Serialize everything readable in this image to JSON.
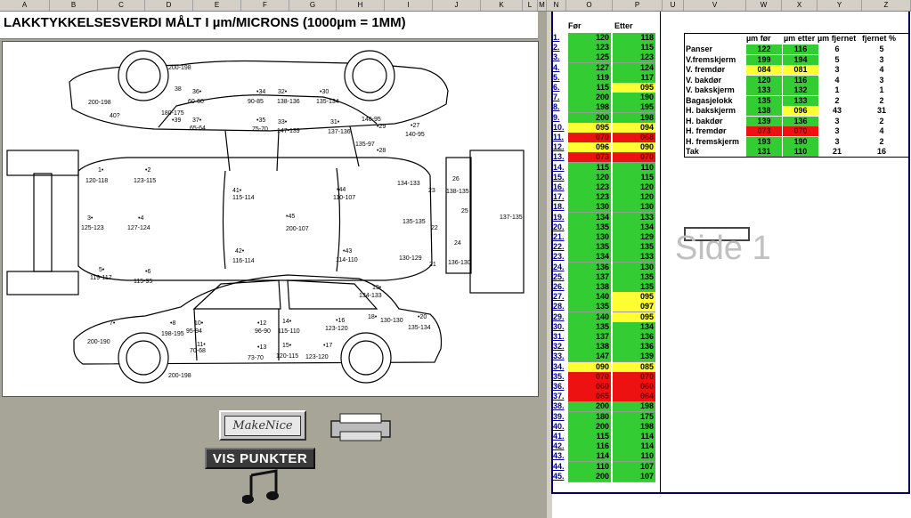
{
  "title": "LAKKTYKKELSESVERDI MÅLT I µm/MICRONS (1000µm = 1MM)",
  "columns": [
    "A",
    "B",
    "C",
    "D",
    "E",
    "F",
    "G",
    "H",
    "I",
    "J",
    "K",
    "L",
    "M",
    "N",
    "O",
    "P",
    "U",
    "V",
    "W",
    "X",
    "Y",
    "Z"
  ],
  "headers": {
    "for": "Før",
    "etter": "Etter"
  },
  "buttons": {
    "make": "MakeNice",
    "vis": "VIS PUNKTER"
  },
  "side_label": "Side 1",
  "rows": [
    {
      "i": "1.",
      "a": "120",
      "b": "118",
      "ca": "g",
      "cb": "g"
    },
    {
      "i": "2.",
      "a": "123",
      "b": "115",
      "ca": "g",
      "cb": "g"
    },
    {
      "i": "3.",
      "a": "125",
      "b": "123",
      "ca": "g",
      "cb": "g"
    },
    {
      "i": "4.",
      "a": "127",
      "b": "124",
      "ca": "g",
      "cb": "g"
    },
    {
      "i": "5.",
      "a": "119",
      "b": "117",
      "ca": "g",
      "cb": "g"
    },
    {
      "i": "6.",
      "a": "115",
      "b": "095",
      "ca": "g",
      "cb": "y"
    },
    {
      "i": "7.",
      "a": "200",
      "b": "190",
      "ca": "g",
      "cb": "g"
    },
    {
      "i": "8.",
      "a": "198",
      "b": "195",
      "ca": "g",
      "cb": "g"
    },
    {
      "i": "9.",
      "a": "200",
      "b": "198",
      "ca": "g",
      "cb": "g"
    },
    {
      "i": "10.",
      "a": "095",
      "b": "094",
      "ca": "y",
      "cb": "y"
    },
    {
      "i": "11.",
      "a": "070",
      "b": "068",
      "ca": "r",
      "cb": "r"
    },
    {
      "i": "12.",
      "a": "096",
      "b": "090",
      "ca": "y",
      "cb": "y"
    },
    {
      "i": "13.",
      "a": "073",
      "b": "070",
      "ca": "r",
      "cb": "r"
    },
    {
      "i": "14.",
      "a": "115",
      "b": "110",
      "ca": "g",
      "cb": "g"
    },
    {
      "i": "15.",
      "a": "120",
      "b": "115",
      "ca": "g",
      "cb": "g"
    },
    {
      "i": "16.",
      "a": "123",
      "b": "120",
      "ca": "g",
      "cb": "g"
    },
    {
      "i": "17.",
      "a": "123",
      "b": "120",
      "ca": "g",
      "cb": "g"
    },
    {
      "i": "18.",
      "a": "130",
      "b": "130",
      "ca": "g",
      "cb": "g"
    },
    {
      "i": "19.",
      "a": "134",
      "b": "133",
      "ca": "g",
      "cb": "g"
    },
    {
      "i": "20.",
      "a": "135",
      "b": "134",
      "ca": "g",
      "cb": "g"
    },
    {
      "i": "21.",
      "a": "130",
      "b": "129",
      "ca": "g",
      "cb": "g"
    },
    {
      "i": "22.",
      "a": "135",
      "b": "135",
      "ca": "g",
      "cb": "g"
    },
    {
      "i": "23.",
      "a": "134",
      "b": "133",
      "ca": "g",
      "cb": "g"
    },
    {
      "i": "24.",
      "a": "136",
      "b": "130",
      "ca": "g",
      "cb": "g"
    },
    {
      "i": "25.",
      "a": "137",
      "b": "135",
      "ca": "g",
      "cb": "g"
    },
    {
      "i": "26.",
      "a": "138",
      "b": "135",
      "ca": "g",
      "cb": "g"
    },
    {
      "i": "27.",
      "a": "140",
      "b": "095",
      "ca": "g",
      "cb": "y"
    },
    {
      "i": "28.",
      "a": "135",
      "b": "097",
      "ca": "g",
      "cb": "y"
    },
    {
      "i": "29.",
      "a": "140",
      "b": "095",
      "ca": "g",
      "cb": "y"
    },
    {
      "i": "30.",
      "a": "135",
      "b": "134",
      "ca": "g",
      "cb": "g"
    },
    {
      "i": "31.",
      "a": "137",
      "b": "136",
      "ca": "g",
      "cb": "g"
    },
    {
      "i": "32.",
      "a": "138",
      "b": "136",
      "ca": "g",
      "cb": "g"
    },
    {
      "i": "33.",
      "a": "147",
      "b": "139",
      "ca": "g",
      "cb": "g"
    },
    {
      "i": "34.",
      "a": "090",
      "b": "085",
      "ca": "y",
      "cb": "y"
    },
    {
      "i": "35.",
      "a": "070",
      "b": "070",
      "ca": "r",
      "cb": "r"
    },
    {
      "i": "36.",
      "a": "060",
      "b": "060",
      "ca": "r",
      "cb": "r"
    },
    {
      "i": "37.",
      "a": "065",
      "b": "064",
      "ca": "r",
      "cb": "r"
    },
    {
      "i": "38.",
      "a": "200",
      "b": "198",
      "ca": "g",
      "cb": "g"
    },
    {
      "i": "39.",
      "a": "180",
      "b": "175",
      "ca": "g",
      "cb": "g"
    },
    {
      "i": "40.",
      "a": "200",
      "b": "198",
      "ca": "g",
      "cb": "g"
    },
    {
      "i": "41.",
      "a": "115",
      "b": "114",
      "ca": "g",
      "cb": "g"
    },
    {
      "i": "42.",
      "a": "116",
      "b": "114",
      "ca": "g",
      "cb": "g"
    },
    {
      "i": "43.",
      "a": "114",
      "b": "110",
      "ca": "g",
      "cb": "g"
    },
    {
      "i": "44.",
      "a": "110",
      "b": "107",
      "ca": "g",
      "cb": "g"
    },
    {
      "i": "45.",
      "a": "200",
      "b": "107",
      "ca": "g",
      "cb": "g"
    }
  ],
  "summary_headers": {
    "for": "µm før",
    "etter": "µm etter",
    "fjernet": "µm fjernet",
    "pct": "fjernet %"
  },
  "summary": [
    {
      "label": "Panser",
      "a": "122",
      "b": "116",
      "c": "6",
      "d": "5",
      "ca": "g",
      "cb": "g"
    },
    {
      "label": "V.fremskjerm",
      "a": "199",
      "b": "194",
      "c": "5",
      "d": "3",
      "ca": "g",
      "cb": "g"
    },
    {
      "label": "V. fremdør",
      "a": "084",
      "b": "081",
      "c": "3",
      "d": "4",
      "ca": "y",
      "cb": "y"
    },
    {
      "label": "V. bakdør",
      "a": "120",
      "b": "116",
      "c": "4",
      "d": "3",
      "ca": "g",
      "cb": "g"
    },
    {
      "label": "V. bakskjerm",
      "a": "133",
      "b": "132",
      "c": "1",
      "d": "1",
      "ca": "g",
      "cb": "g"
    },
    {
      "label": "Bagasjelokk",
      "a": "135",
      "b": "133",
      "c": "2",
      "d": "2",
      "ca": "g",
      "cb": "g"
    },
    {
      "label": "H. bakskjerm",
      "a": "138",
      "b": "096",
      "c": "43",
      "d": "31",
      "ca": "g",
      "cb": "y"
    },
    {
      "label": "H. bakdør",
      "a": "139",
      "b": "136",
      "c": "3",
      "d": "2",
      "ca": "g",
      "cb": "g"
    },
    {
      "label": "H. fremdør",
      "a": "073",
      "b": "070",
      "c": "3",
      "d": "4",
      "ca": "r",
      "cb": "r"
    },
    {
      "label": "H. fremskjerm",
      "a": "193",
      "b": "190",
      "c": "3",
      "d": "2",
      "ca": "g",
      "cb": "g"
    },
    {
      "label": "Tak",
      "a": "131",
      "b": "110",
      "c": "21",
      "d": "16",
      "ca": "g",
      "cb": "g"
    }
  ],
  "diagram_labels": [
    {
      "t": "200-198"
    },
    {
      "t": "38"
    },
    {
      "t": "36•"
    },
    {
      "t": "60-60"
    },
    {
      "t": "•34"
    },
    {
      "t": "90-85"
    },
    {
      "t": "32•"
    },
    {
      "t": "138-136"
    },
    {
      "t": "•30"
    },
    {
      "t": "135-134"
    },
    {
      "t": "200-198"
    },
    {
      "t": "40?"
    },
    {
      "t": "180-175"
    },
    {
      "t": "•39"
    },
    {
      "t": "37•"
    },
    {
      "t": "65-64"
    },
    {
      "t": "•35"
    },
    {
      "t": "75-70"
    },
    {
      "t": "33•"
    },
    {
      "t": "147-139"
    },
    {
      "t": "31•"
    },
    {
      "t": "137-136"
    },
    {
      "t": "140-95"
    },
    {
      "t": "•29"
    },
    {
      "t": "•27"
    },
    {
      "t": "140-95"
    },
    {
      "t": "135-97"
    },
    {
      "t": "•28"
    },
    {
      "t": "1•"
    },
    {
      "t": "120-118"
    },
    {
      "t": "•2"
    },
    {
      "t": "123-115"
    },
    {
      "t": "3•"
    },
    {
      "t": "125-123"
    },
    {
      "t": "•4"
    },
    {
      "t": "127-124"
    },
    {
      "t": "5•"
    },
    {
      "t": "119-117"
    },
    {
      "t": "•6"
    },
    {
      "t": "115-95"
    },
    {
      "t": "41•"
    },
    {
      "t": "115-114"
    },
    {
      "t": "•44"
    },
    {
      "t": "110-107"
    },
    {
      "t": "•45"
    },
    {
      "t": "200-107"
    },
    {
      "t": "42•"
    },
    {
      "t": "116-114"
    },
    {
      "t": "•43"
    },
    {
      "t": "114-110"
    },
    {
      "t": "134-133"
    },
    {
      "t": "23"
    },
    {
      "t": "135-135"
    },
    {
      "t": "22"
    },
    {
      "t": "130-129"
    },
    {
      "t": "21"
    },
    {
      "t": "26"
    },
    {
      "t": "138-135"
    },
    {
      "t": "25"
    },
    {
      "t": "24"
    },
    {
      "t": "136-130"
    },
    {
      "t": "137-135"
    },
    {
      "t": "134-133"
    },
    {
      "t": "19•"
    },
    {
      "t": "7•"
    },
    {
      "t": "•8"
    },
    {
      "t": "198-195"
    },
    {
      "t": "10•"
    },
    {
      "t": "95-94"
    },
    {
      "t": "•12"
    },
    {
      "t": "96-90"
    },
    {
      "t": "14•"
    },
    {
      "t": "115-110"
    },
    {
      "t": "•16"
    },
    {
      "t": "123-120"
    },
    {
      "t": "18•"
    },
    {
      "t": "130-130"
    },
    {
      "t": "•20"
    },
    {
      "t": "135-134"
    },
    {
      "t": "200-190"
    },
    {
      "t": "11•"
    },
    {
      "t": "70-68"
    },
    {
      "t": "•13"
    },
    {
      "t": "73-70"
    },
    {
      "t": "15•"
    },
    {
      "t": "120-115"
    },
    {
      "t": "•17"
    },
    {
      "t": "123-120"
    },
    {
      "t": "200-198"
    }
  ]
}
